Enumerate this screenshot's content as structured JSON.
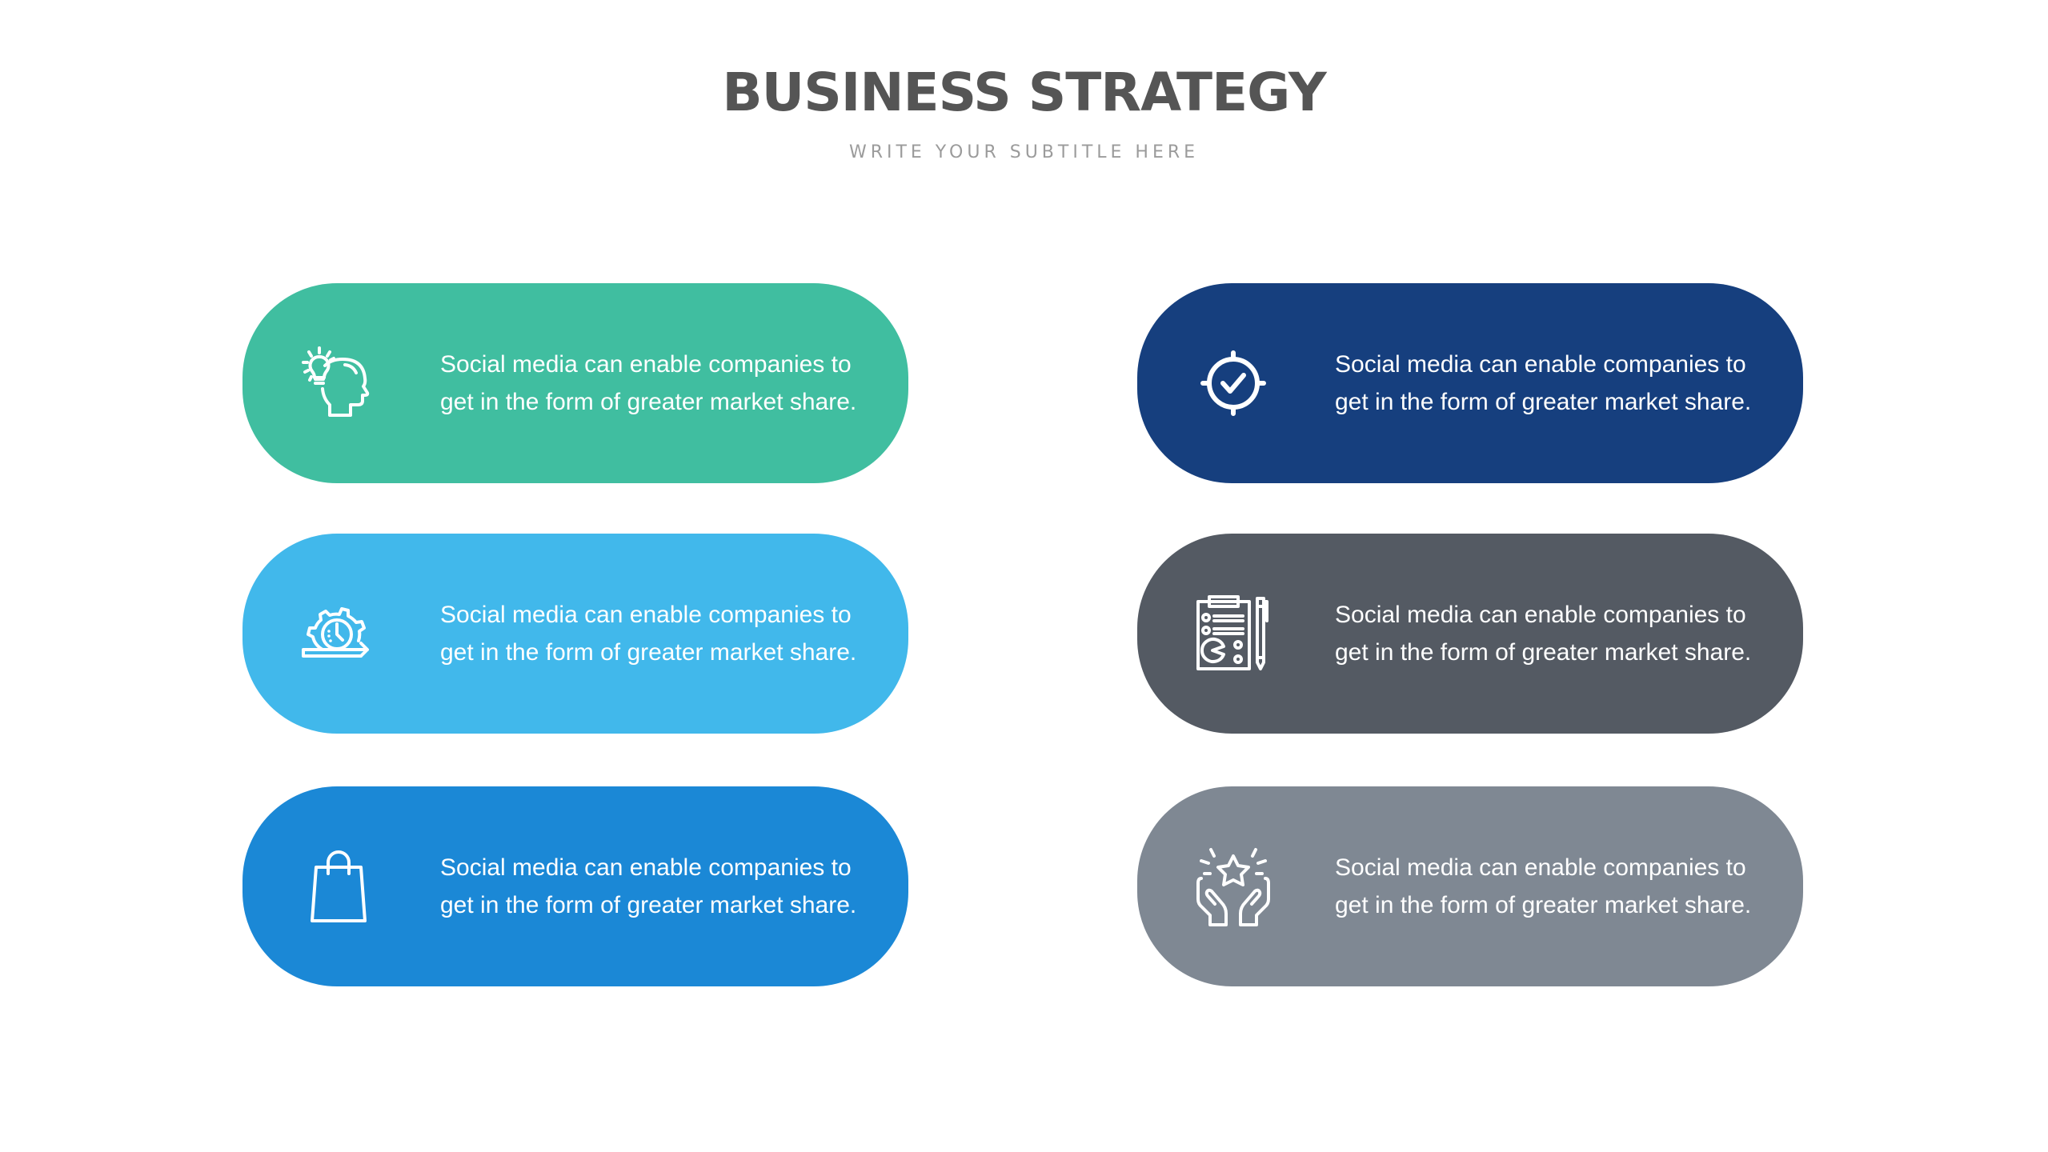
{
  "header": {
    "title": "BUSINESS STRATEGY",
    "subtitle": "WRITE YOUR SUBTITLE HERE"
  },
  "cards": [
    {
      "id": "idea",
      "column": "left",
      "row": 1,
      "icon": "head-lightbulb-icon",
      "color": "#40BEA0",
      "text": "Social media can enable companies to get in the form of greater market share."
    },
    {
      "id": "efficiency",
      "column": "left",
      "row": 2,
      "icon": "gear-clock-arrow-icon",
      "color": "#41B8EB",
      "text": "Social media can enable companies to get in the form of greater market share."
    },
    {
      "id": "shopping",
      "column": "left",
      "row": 3,
      "icon": "shopping-bag-icon",
      "color": "#1B88D6",
      "text": "Social media can enable companies to get in the form of greater market share."
    },
    {
      "id": "target",
      "column": "right",
      "row": 1,
      "icon": "target-check-icon",
      "color": "#163F7E",
      "text": "Social media can enable companies to get in the form of greater market share."
    },
    {
      "id": "report",
      "column": "right",
      "row": 2,
      "icon": "clipboard-report-icon",
      "color": "#545A63",
      "text": "Social media can enable companies to get in the form of greater market share."
    },
    {
      "id": "quality",
      "column": "right",
      "row": 3,
      "icon": "hands-star-icon",
      "color": "#7F8893",
      "text": "Social media can enable companies to get in the form of greater market share."
    }
  ],
  "colors": {
    "background": "#FFFFFF",
    "title": "#555555",
    "subtitle": "#9B9B9B",
    "card_text": "#FFFFFF"
  }
}
